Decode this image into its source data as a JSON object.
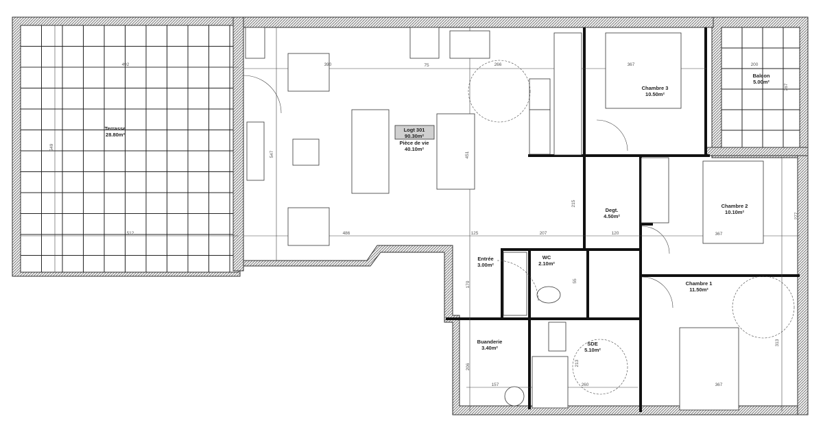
{
  "plan": {
    "unit": {
      "label": "Logt 301",
      "area": "90.30m²"
    },
    "rooms": [
      {
        "id": "terrasse",
        "name": "Terrasse",
        "area": "28.80m²"
      },
      {
        "id": "piece-de-vie",
        "name": "Pièce de vie",
        "area": "40.10m²"
      },
      {
        "id": "chambre-3",
        "name": "Chambre 3",
        "area": "10.50m²"
      },
      {
        "id": "balcon",
        "name": "Balcon",
        "area": "5.00m²"
      },
      {
        "id": "degt",
        "name": "Degt.",
        "area": "4.50m²"
      },
      {
        "id": "chambre-2",
        "name": "Chambre 2",
        "area": "10.10m²"
      },
      {
        "id": "entree",
        "name": "Entrée",
        "area": "3.00m²"
      },
      {
        "id": "wc",
        "name": "WC",
        "area": "2.10m²"
      },
      {
        "id": "chambre-1",
        "name": "Chambre 1",
        "area": "11.50m²"
      },
      {
        "id": "buanderie",
        "name": "Buanderie",
        "area": "3.40m²"
      },
      {
        "id": "sde",
        "name": "SDE",
        "area": "5.10m²"
      }
    ],
    "dimensions": [
      "492",
      "549",
      "512",
      "547",
      "390",
      "75",
      "266",
      "451",
      "486",
      "125",
      "207",
      "215",
      "120",
      "367",
      "200",
      "267",
      "367",
      "277",
      "170",
      "55",
      "206",
      "157",
      "260",
      "213",
      "313",
      "367"
    ]
  },
  "colors": {
    "wall": "#333333",
    "background": "#ffffff",
    "unit_box": "#d0d0d0"
  }
}
